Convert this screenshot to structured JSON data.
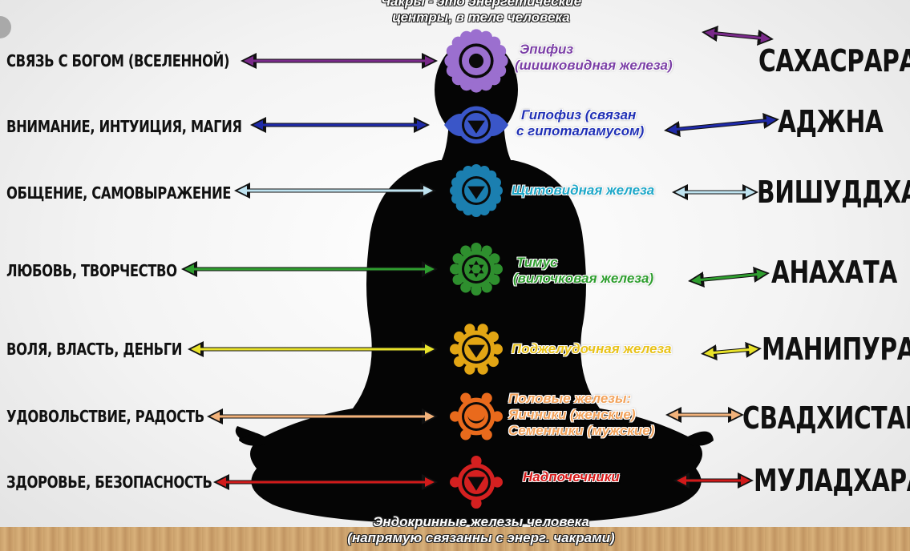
{
  "header": {
    "line1": "Чакры - это энергетические",
    "line2": "центры, в теле человека"
  },
  "footer": {
    "line1": "Эндокринные железы человека",
    "line2": "(напрямую связанны с энерг. чакрами)"
  },
  "chakras": [
    {
      "left": "СВЯЗЬ С БОГОМ (ВСЕЛЕННОЙ)",
      "gland": [
        "Эпифиз",
        "(шишковидная железа)"
      ],
      "name": "САХАСРАРА",
      "color": "#7a2a8a",
      "symbol_color": "#9b6fcf"
    },
    {
      "left": "ВНИМАНИЕ, ИНТУИЦИЯ, МАГИЯ",
      "gland": [
        "Гипофиз (связан",
        "с гипоталамусом)"
      ],
      "name": "АДЖНА",
      "color": "#1f2aa8",
      "symbol_color": "#3a56c8"
    },
    {
      "left": "ОБЩЕНИЕ, САМОВЫРАЖЕНИЕ",
      "gland": [
        "Щитовидная железа"
      ],
      "name": "ВИШУДДХА",
      "color": "#bfe3f0",
      "symbol_color": "#1b7fb0"
    },
    {
      "left": "ЛЮБОВЬ, ТВОРЧЕСТВО",
      "gland": [
        "Тимус",
        "(вилочковая железа)"
      ],
      "name": "АНАХАТА",
      "color": "#2f9e2f",
      "symbol_color": "#2e8f2e"
    },
    {
      "left": "ВОЛЯ, ВЛАСТЬ, ДЕНЬГИ",
      "gland": [
        "Поджелудочная железа"
      ],
      "name": "МАНИПУРА",
      "color": "#e9e32a",
      "symbol_color": "#e2a514"
    },
    {
      "left": "УДОВОЛЬСТВИЕ, РАДОСТЬ",
      "gland": [
        "Половые железы:",
        "Яичники (женские)",
        "Семенники (мужские)"
      ],
      "name": "СВАДХИСТАНА",
      "color": "#f2b27a",
      "symbol_color": "#e96a1c"
    },
    {
      "left": "ЗДОРОВЬЕ, БЕЗОПАСНОСТЬ",
      "gland": [
        "Надпочечники"
      ],
      "name": "МУЛАДХАРА",
      "color": "#d11a1a",
      "symbol_color": "#d42020"
    }
  ],
  "gland_text_colors": [
    "#7b3fa6",
    "#1f2fb5",
    "#1ea7c8",
    "#2f9e2f",
    "#e8c21a",
    "#f2a35c",
    "#d51a1a"
  ]
}
